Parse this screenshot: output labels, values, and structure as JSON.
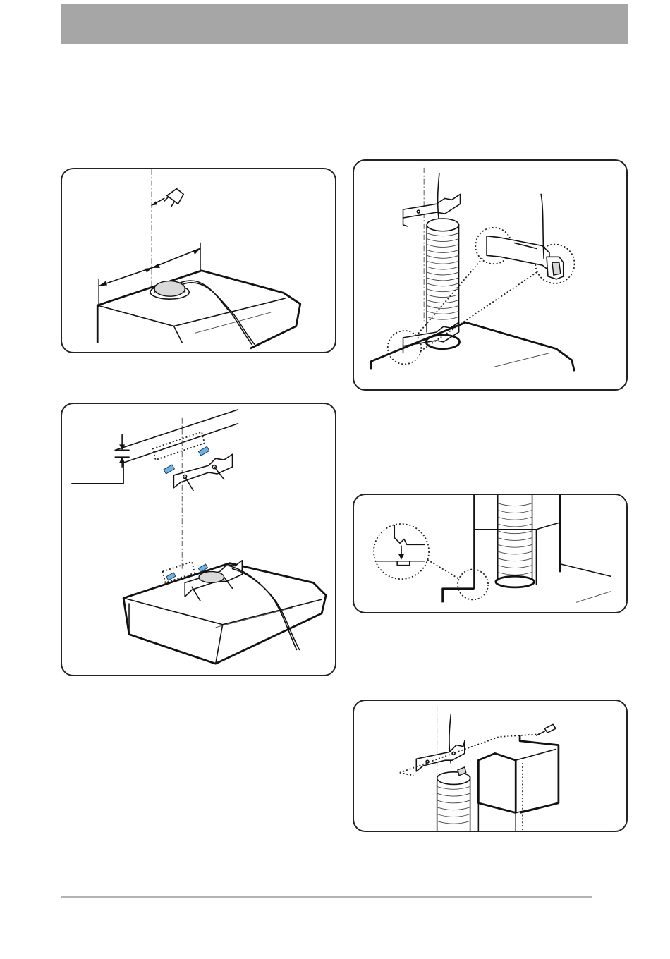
{
  "page": {
    "background": "#ffffff",
    "header_bar_color": "#a6a6a6",
    "footer_rule_color": "#b3b3b3"
  },
  "figures": [
    {
      "id": "fig1",
      "icon": "hood-centerline-measure-illustration"
    },
    {
      "id": "fig2",
      "icon": "duct-bracket-detail-illustration"
    },
    {
      "id": "fig3",
      "icon": "bracket-screw-mounting-illustration"
    },
    {
      "id": "fig4",
      "icon": "chimney-slot-detail-illustration"
    },
    {
      "id": "fig5",
      "icon": "chimney-cover-assembly-illustration"
    }
  ],
  "accent_colors": {
    "wall_plug": "#6cb4e4",
    "panel_border": "#222222"
  }
}
